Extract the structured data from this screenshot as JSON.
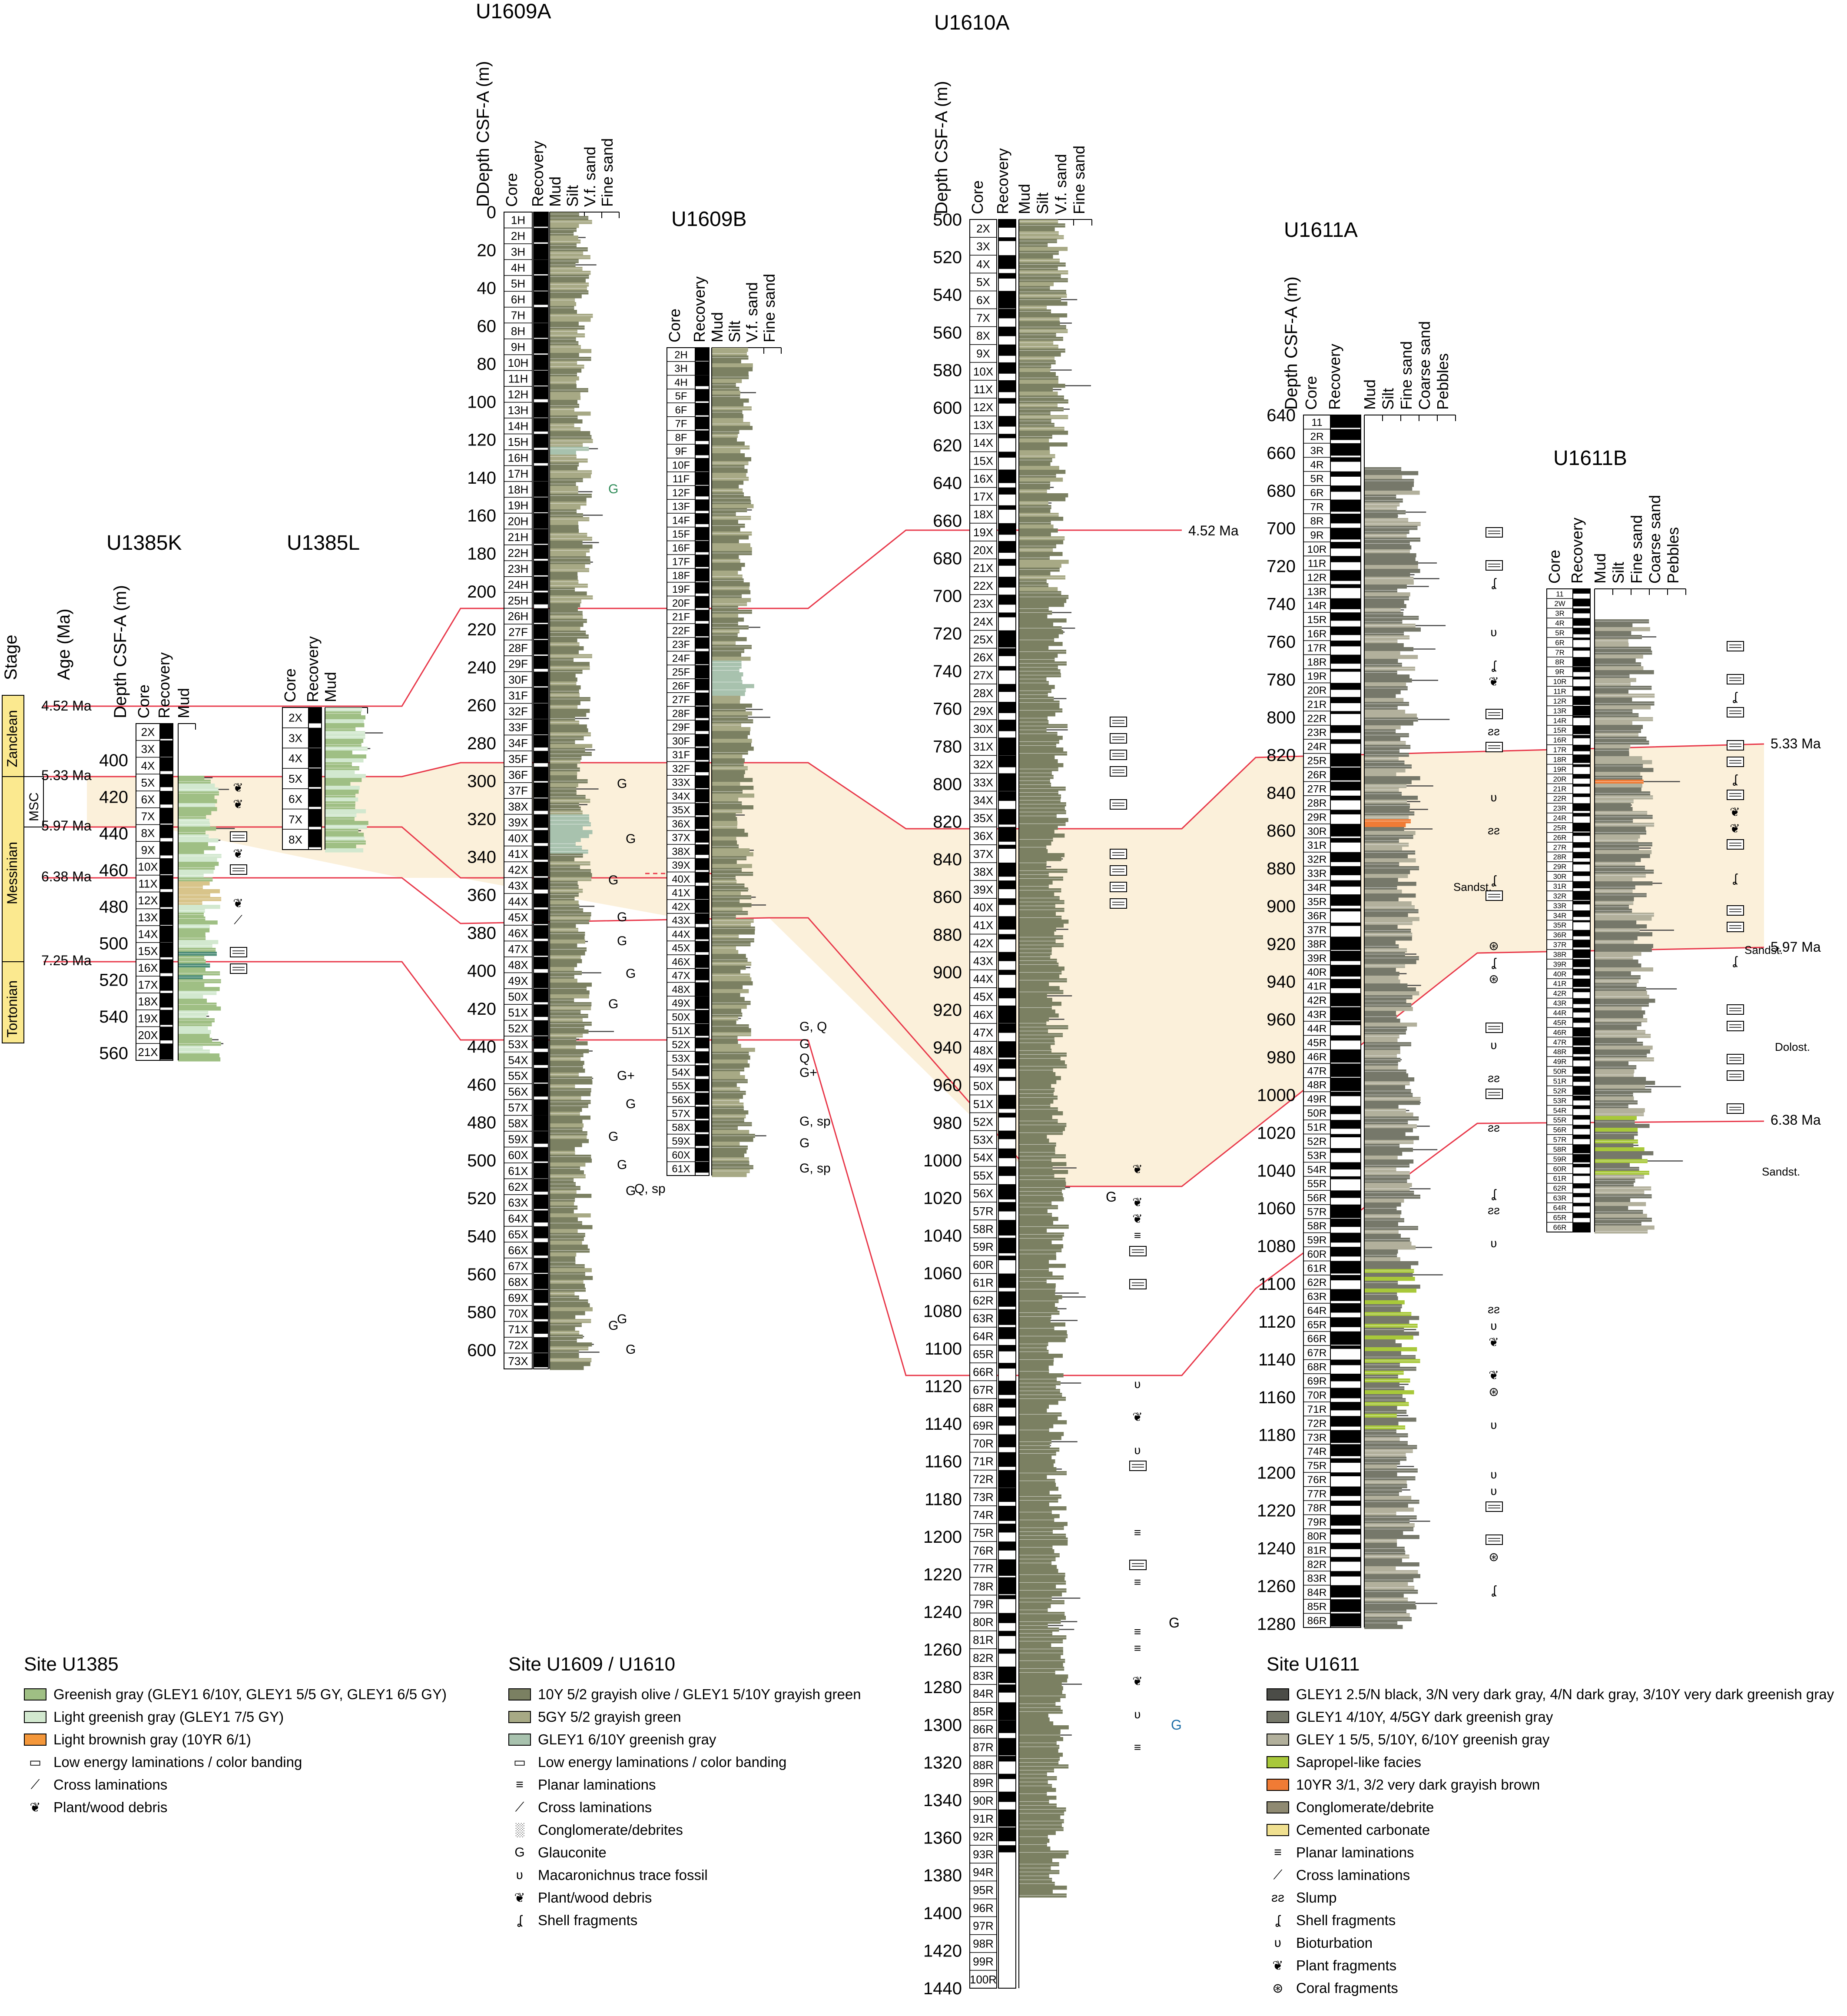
{
  "columns_header": {
    "core": "Core",
    "recovery": "Recovery",
    "mud": "Mud",
    "silt": "Silt",
    "vf_sand": "V.f. sand",
    "fine_sand": "Fine sand",
    "coarse_sand": "Coarse sand",
    "pebbles": "Pebbles"
  },
  "stage_header": {
    "stage": "Stage",
    "age": "Age (Ma)"
  },
  "stages": [
    "Zanclean",
    "Messinian",
    "Tortonian",
    "MSC"
  ],
  "age_markers": [
    "4.52 Ma",
    "5.33 Ma",
    "5.97 Ma",
    "6.38 Ma",
    "7.25 Ma"
  ],
  "sites": {
    "U1385K": {
      "title": "U1385K",
      "depth_label": "Depth CSF-A (m)",
      "depth_ticks": [
        "400",
        "420",
        "440",
        "460",
        "480",
        "500",
        "520",
        "540",
        "560"
      ],
      "cores": [
        "2X",
        "3X",
        "4X",
        "5X",
        "6X",
        "7X",
        "8X",
        "9X",
        "10X",
        "11X",
        "12X",
        "13X",
        "14X",
        "15X",
        "16X",
        "17X",
        "18X",
        "19X",
        "20X",
        "21X"
      ]
    },
    "U1385L": {
      "title": "U1385L",
      "cores": [
        "2X",
        "3X",
        "4X",
        "5X",
        "6X",
        "7X",
        "8X"
      ]
    },
    "U1609A": {
      "title": "U1609A",
      "depth_label": "DDepth CSF-A (m)",
      "depth_ticks": [
        "0",
        "20",
        "40",
        "60",
        "80",
        "100",
        "120",
        "140",
        "160",
        "180",
        "200",
        "220",
        "240",
        "260",
        "280",
        "300",
        "320",
        "340",
        "360",
        "380",
        "400",
        "420",
        "440",
        "460",
        "480",
        "500",
        "520",
        "540",
        "560",
        "580",
        "600"
      ],
      "cores": [
        "1H",
        "2H",
        "3H",
        "4H",
        "5H",
        "6H",
        "7H",
        "8H",
        "9H",
        "10H",
        "11H",
        "12H",
        "13H",
        "14H",
        "15H",
        "16H",
        "17H",
        "18H",
        "19H",
        "20H",
        "21H",
        "22H",
        "23H",
        "24H",
        "25H",
        "26H",
        "27F",
        "28F",
        "29F",
        "30F",
        "31F",
        "32F",
        "33F",
        "34F",
        "35F",
        "36F",
        "37F",
        "38X",
        "39X",
        "40X",
        "41X",
        "42X",
        "43X",
        "44X",
        "45X",
        "46X",
        "47X",
        "48X",
        "49X",
        "50X",
        "51X",
        "52X",
        "53X",
        "54X",
        "55X",
        "56X",
        "57X",
        "58X",
        "59X",
        "60X",
        "61X",
        "62X",
        "63X",
        "64X",
        "65X",
        "66X",
        "67X",
        "68X",
        "69X",
        "70X",
        "71X",
        "72X",
        "73X"
      ],
      "annotations": [
        "G",
        "G",
        "G",
        "G",
        "G",
        "G",
        "G",
        "G+",
        "G",
        "G",
        "G",
        "G",
        "Q, sp",
        "G",
        "G",
        "G",
        "G"
      ]
    },
    "U1609B": {
      "title": "U1609B",
      "cores": [
        "2H",
        "3H",
        "4H",
        "5F",
        "6F",
        "7F",
        "8F",
        "9F",
        "10F",
        "11F",
        "12F",
        "13F",
        "14F",
        "15F",
        "16F",
        "17F",
        "18F",
        "19F",
        "20F",
        "21F",
        "22F",
        "23F",
        "24F",
        "25F",
        "26F",
        "27F",
        "28F",
        "29F",
        "30F",
        "31F",
        "32F",
        "33X",
        "34X",
        "35X",
        "36X",
        "37X",
        "38X",
        "39X",
        "40X",
        "41X",
        "42X",
        "43X",
        "44X",
        "45X",
        "46X",
        "47X",
        "48X",
        "49X",
        "50X",
        "51X",
        "52X",
        "53X",
        "54X",
        "55X",
        "56X",
        "57X",
        "58X",
        "59X",
        "60X",
        "61X"
      ],
      "annotations": [
        "G, Q",
        "G",
        "Q",
        "G+",
        "G, sp",
        "G",
        "G, sp"
      ]
    },
    "U1610A": {
      "title": "U1610A",
      "depth_label": "Depth CSF-A (m)",
      "depth_ticks": [
        "500",
        "520",
        "540",
        "560",
        "580",
        "600",
        "620",
        "640",
        "660",
        "680",
        "700",
        "720",
        "740",
        "760",
        "780",
        "800",
        "820",
        "840",
        "860",
        "880",
        "900",
        "920",
        "940",
        "960",
        "980",
        "1000",
        "1020",
        "1040",
        "1060",
        "1080",
        "1100",
        "1120",
        "1140",
        "1160",
        "1180",
        "1200",
        "1220",
        "1240",
        "1260",
        "1280",
        "1300",
        "1320",
        "1340",
        "1360",
        "1380",
        "1400",
        "1420",
        "1440"
      ],
      "cores_start": 2,
      "cores_end": 100,
      "cores_suffix": "X/R",
      "annotations": [
        "G",
        "G",
        "G"
      ]
    },
    "U1611A": {
      "title": "U1611A",
      "depth_label": "Depth CSF-A (m)",
      "depth_ticks": [
        "640",
        "660",
        "680",
        "700",
        "720",
        "740",
        "760",
        "780",
        "800",
        "820",
        "840",
        "860",
        "880",
        "900",
        "920",
        "940",
        "960",
        "980",
        "1000",
        "1020",
        "1040",
        "1060",
        "1080",
        "1100",
        "1120",
        "1140",
        "1160",
        "1180",
        "1200",
        "1220",
        "1240",
        "1260",
        "1280"
      ],
      "cores_start": 1,
      "cores_end": 86,
      "sandstone_note": "Sandst."
    },
    "U1611B": {
      "title": "U1611B",
      "cores_start": 1,
      "cores_end": 66,
      "notes": [
        "Sandst.",
        "Dolost.",
        "Sandst."
      ]
    }
  },
  "legends": {
    "u1385": {
      "title": "Site U1385",
      "items": [
        {
          "label": "Greenish gray (GLEY1 6/10Y, GLEY1 5/5 GY, GLEY1 6/5 GY)",
          "color": "#9fbf84"
        },
        {
          "label": "Light greenish gray (GLEY1 7/5 GY)",
          "color": "#d2e8cf"
        },
        {
          "label": "Light brownish gray (10YR 6/1)",
          "color": "#f4973a"
        },
        {
          "label": "Low energy laminations / color banding",
          "symbol": "▭"
        },
        {
          "label": "Cross laminations",
          "symbol": "⟋"
        },
        {
          "label": "Plant/wood debris",
          "symbol": "❦"
        }
      ]
    },
    "u1609": {
      "title": "Site U1609 / U1610",
      "items": [
        {
          "label": "10Y 5/2 grayish olive / GLEY1 5/10Y grayish green",
          "color": "#7b8062"
        },
        {
          "label": "5GY 5/2 grayish green",
          "color": "#a7a985"
        },
        {
          "label": "GLEY1 6/10Y greenish gray",
          "color": "#a8c2ae"
        },
        {
          "label": "Low energy laminations / color banding",
          "symbol": "▭"
        },
        {
          "label": "Planar laminations",
          "symbol": "≡"
        },
        {
          "label": "Cross laminations",
          "symbol": "⟋"
        },
        {
          "label": "Conglomerate/debrites",
          "symbol": "░"
        },
        {
          "label": "Glauconite",
          "symbol": "G"
        },
        {
          "label": "Macaronichnus trace fossil",
          "symbol": "ʋ"
        },
        {
          "label": "Plant/wood debris",
          "symbol": "❦"
        },
        {
          "label": "Shell fragments",
          "symbol": "ʆ"
        }
      ]
    },
    "u1611": {
      "title": "Site U1611",
      "items": [
        {
          "label": "GLEY1 2.5/N black, 3/N very dark gray, 4/N dark gray, 3/10Y very dark greenish gray",
          "color": "#4b4c47"
        },
        {
          "label": "GLEY1 4/10Y, 4/5GY dark greenish gray",
          "color": "#76786a"
        },
        {
          "label": "GLEY 1 5/5, 5/10Y, 6/10Y greenish gray",
          "color": "#b2b09c"
        },
        {
          "label": "Sapropel-like facies",
          "color": "#a8c83a"
        },
        {
          "label": "10YR 3/1, 3/2 very dark grayish brown",
          "color": "#f07b35"
        },
        {
          "label": "Conglomerate/debrite",
          "color": "#8f8a72"
        },
        {
          "label": "Cemented carbonate",
          "color": "#f0e090"
        },
        {
          "label": "Planar laminations",
          "symbol": "≡"
        },
        {
          "label": "Cross laminations",
          "symbol": "⟋"
        },
        {
          "label": "Slump",
          "symbol": "ƨƨ"
        },
        {
          "label": "Shell fragments",
          "symbol": "ʆ"
        },
        {
          "label": "Bioturbation",
          "symbol": "ʋ"
        },
        {
          "label": "Plant fragments",
          "symbol": "❦"
        },
        {
          "label": "Coral fragments",
          "symbol": "⊛"
        }
      ]
    }
  }
}
